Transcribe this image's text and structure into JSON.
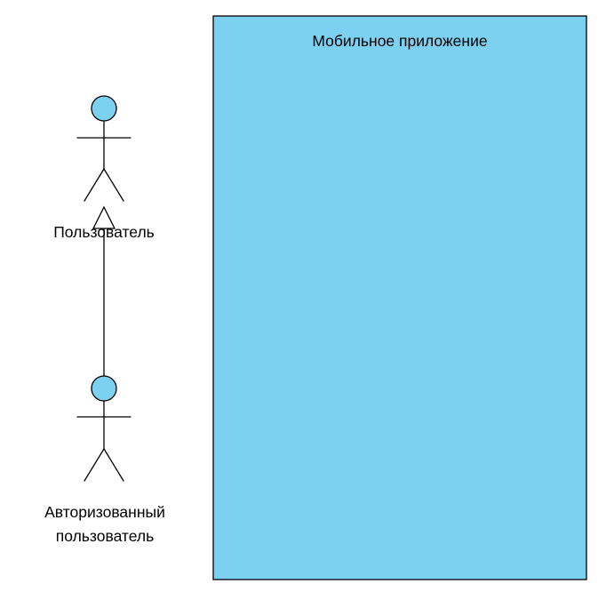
{
  "diagram": {
    "type": "use-case-diagram",
    "title": "Мобильное приложение",
    "colors": {
      "node_fill": "#7CD0F0",
      "stroke": "#000000",
      "background": "#ffffff"
    },
    "system_boundary": {
      "label": "Мобильное приложение"
    },
    "actors": [
      {
        "label": "Пользователь"
      },
      {
        "label_line1": "Авторизованный",
        "label_line2": "пользователь"
      }
    ],
    "relationships": [
      {
        "type": "generalization",
        "from": "Авторизованный пользователь",
        "to": "Пользователь"
      }
    ]
  }
}
